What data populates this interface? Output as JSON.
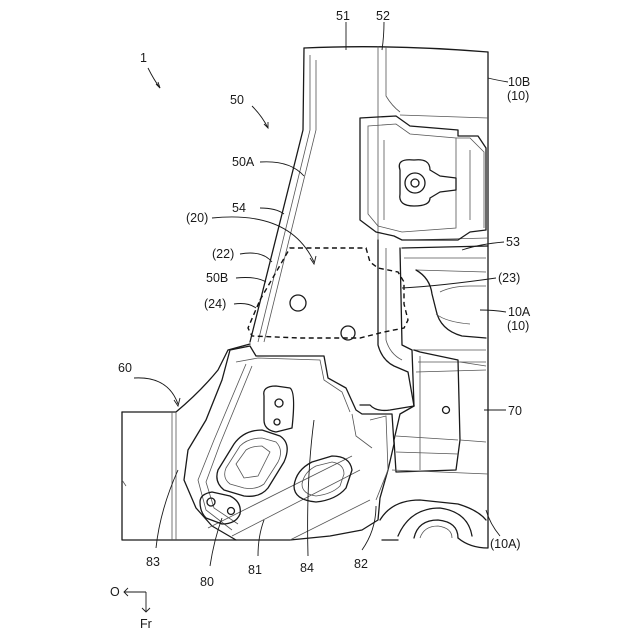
{
  "figure": {
    "labels": {
      "assembly": "1",
      "pillar": "50",
      "pillar_upper": "51",
      "pillar_strip": "52",
      "pillar_lower": "53",
      "pillar_front": "50A",
      "pillar_edge": "54",
      "region": "(20)",
      "region_upper": "(22)",
      "pillar_mid": "50B",
      "region_side": "(24)",
      "region_right": "(23)",
      "panel_upper": "10B",
      "panel_upper_ref": "(10)",
      "panel_lower": "10A",
      "panel_lower_ref": "(10)",
      "panel_lower_paren": "(10A)",
      "reinforce": "70",
      "bracket_left": "60",
      "member_83": "83",
      "member_80": "80",
      "member_81": "81",
      "member_84": "84",
      "member_82": "82"
    },
    "orientation": {
      "origin": "O",
      "forward": "Fr"
    }
  }
}
